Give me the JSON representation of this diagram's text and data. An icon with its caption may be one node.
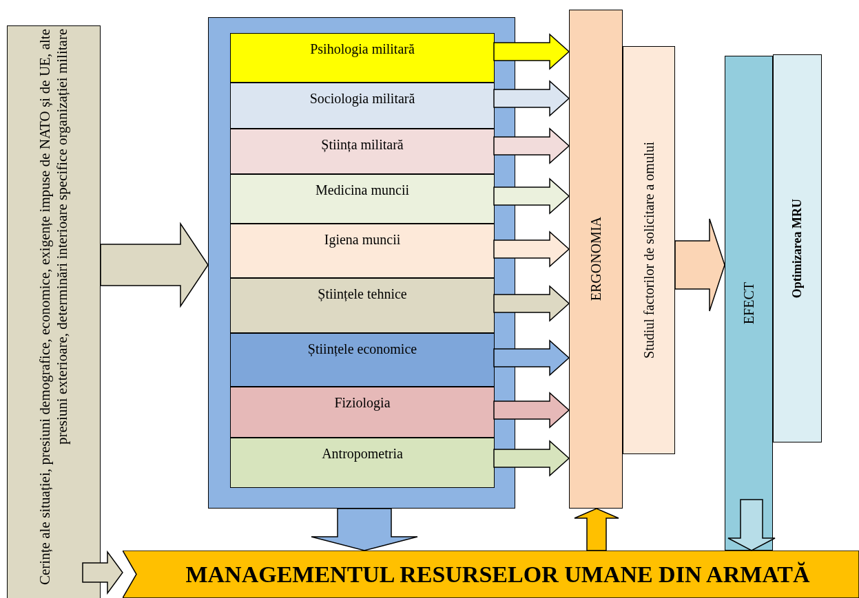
{
  "diagram": {
    "nodes": [
      {
        "text": [
          "Cerințe ale situației, presiuni demografice, economice, exigențe impuse de NATO și de UE, alte presiuni exterioare, determinări interioare specifice organizației militare"
        ]
      },
      {
        "text": [],
        "shape": "box"
      },
      {
        "text": [
          "Psihologia militară"
        ],
        "in": 1
      },
      {
        "text": [
          "Sociologia militară"
        ],
        "in": 1
      },
      {
        "text": [
          "Știința militară"
        ],
        "in": 1
      },
      {
        "text": [
          "Medicina muncii"
        ],
        "in": 1
      },
      {
        "text": [
          "Igiena muncii"
        ],
        "in": 1
      },
      {
        "text": [
          "Științele tehnice"
        ],
        "in": 1
      },
      {
        "text": [
          "Științele economice"
        ],
        "in": 1
      },
      {
        "text": [
          "Fiziologia"
        ],
        "in": 1
      },
      {
        "text": [
          "Antropometria"
        ],
        "in": 1
      },
      {
        "text": [
          "ERGONOMIA"
        ]
      },
      {
        "text": [
          "Studiul factorilor de solicitare a omului"
        ]
      },
      {
        "text": [
          "EFECT"
        ]
      },
      {
        "text": [
          "Optimizarea MRU"
        ]
      },
      {
        "text": [
          "MANAGEMENTUL RESURSELOR UMANE DIN ARMATĂ"
        ]
      }
    ],
    "edges": [
      {
        "from": 0,
        "to": 1,
        "arrow": "to",
        "color": "#ddd9c3"
      },
      {
        "from": 2,
        "to": 11,
        "arrow": "to",
        "color": "#ffff00"
      },
      {
        "from": 3,
        "to": 11,
        "arrow": "to",
        "color": "#dbe5f1"
      },
      {
        "from": 4,
        "to": 11,
        "arrow": "to",
        "color": "#f2dcdb"
      },
      {
        "from": 5,
        "to": 11,
        "arrow": "to",
        "color": "#ebf1dd"
      },
      {
        "from": 6,
        "to": 11,
        "arrow": "to",
        "color": "#fde9d9"
      },
      {
        "from": 7,
        "to": 11,
        "arrow": "to",
        "color": "#ddd9c3"
      },
      {
        "from": 8,
        "to": 11,
        "arrow": "to",
        "color": "#8eb4e3"
      },
      {
        "from": 9,
        "to": 11,
        "arrow": "to",
        "color": "#e6b9b8"
      },
      {
        "from": 10,
        "to": 11,
        "arrow": "to",
        "color": "#d7e4bd"
      },
      {
        "from": 12,
        "to": 13,
        "arrow": "to",
        "color": "#fbd5b5"
      },
      {
        "from": 0,
        "to": 15,
        "arrow": "to",
        "color": "#ddd9c3"
      },
      {
        "from": 1,
        "to": 15,
        "arrow": "to",
        "color": "#8eb4e3"
      },
      {
        "from": 15,
        "to": 11,
        "arrow": "to",
        "color": "#ffc000"
      },
      {
        "from": 13,
        "to": 15,
        "arrow": "to",
        "color": "#b7dde8"
      }
    ]
  }
}
